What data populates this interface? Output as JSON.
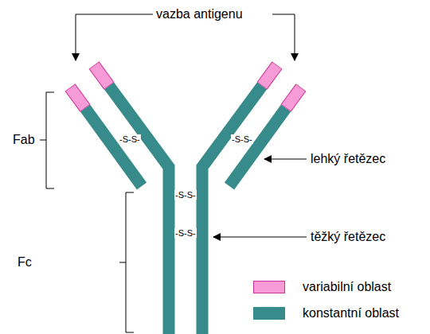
{
  "diagram": {
    "labels": [
      "vazba antigenu",
      "Fab",
      "Fc",
      "lehký řetězec",
      "těžký řetězec",
      "-S-S-",
      "-S-S-",
      "-S-S-",
      "-S-S-"
    ],
    "legend": [
      {
        "text": "variabilní oblast",
        "color": "#f79bd6"
      },
      {
        "text": "konstantní oblast",
        "color": "#378b8a"
      }
    ]
  }
}
